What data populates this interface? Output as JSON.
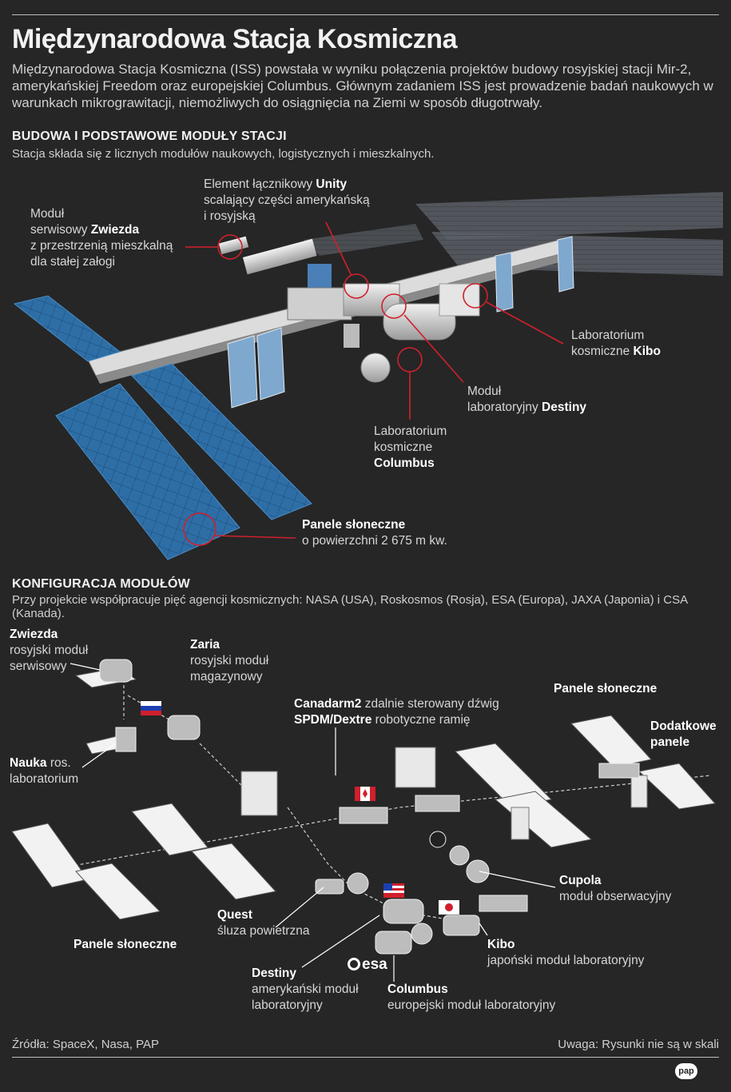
{
  "title": "Międzynarodowa Stacja Kosmiczna",
  "intro": "Międzynarodowa Stacja Kosmiczna (ISS) powstała w wyniku połączenia projektów budowy rosyjskiej stacji Mir-2, amerykańskiej Freedom oraz europejskiej Columbus. Głównym zadaniem ISS jest prowadzenie badań naukowych w warunkach mikrograwitacji, niemożliwych do osiągnięcia na Ziemi w sposób długotrwały.",
  "section1": {
    "heading": "BUDOWA I PODSTAWOWE MODUŁY STACJI",
    "subheading": "Stacja składa się z licznych modułów naukowych, logistycznych i mieszkalnych.",
    "zwiezda": {
      "l1": "Moduł",
      "l2a": "serwisowy ",
      "l2b": "Zwiezda",
      "l3": "z przestrzenią mieszkalną",
      "l4": "dla stałej załogi"
    },
    "unity": {
      "l1a": "Element łącznikowy ",
      "l1b": "Unity",
      "l2": "scalający części amerykańską",
      "l3": "i rosyjską"
    },
    "kibo": {
      "l1": "Laboratorium",
      "l2a": "kosmiczne ",
      "l2b": "Kibo"
    },
    "destiny": {
      "l1": "Moduł",
      "l2a": "laboratoryjny ",
      "l2b": "Destiny"
    },
    "columbus": {
      "l1": "Laboratorium",
      "l2": "kosmiczne",
      "l3": "Columbus"
    },
    "panels": {
      "l1": "Panele słoneczne",
      "l2": "o powierzchni 2 675 m kw."
    }
  },
  "section2": {
    "heading": "KONFIGURACJA MODUŁÓW",
    "subheading": "Przy projekcie współpracuje pięć agencji kosmicznych: NASA (USA), Roskosmos (Rosja), ESA (Europa), JAXA (Japonia) i CSA (Kanada).",
    "zwiezda": {
      "name": "Zwiezda",
      "d1": "rosyjski moduł",
      "d2": "serwisowy"
    },
    "zaria": {
      "name": "Zaria",
      "d1": "rosyjski moduł",
      "d2": "magazynowy"
    },
    "nauka": {
      "name": "Nauka",
      "d1": " ros.",
      "d2": "laboratorium"
    },
    "canadarm": {
      "name1": "Canadarm2",
      "d1": " zdalnie sterowany dźwig",
      "name2": "SPDM/Dextre",
      "d2": " robotyczne ramię"
    },
    "panels_right": {
      "name": "Panele słoneczne"
    },
    "extra_panels": {
      "l1": "Dodatkowe",
      "l2": "panele"
    },
    "cupola": {
      "name": "Cupola",
      "d1": "moduł obserwacyjny"
    },
    "quest": {
      "name": "Quest",
      "d1": "śluza powietrzna"
    },
    "panels_left": {
      "name": "Panele słoneczne"
    },
    "kibo": {
      "name": "Kibo",
      "d1": "japoński moduł laboratoryjny"
    },
    "destiny": {
      "name": "Destiny",
      "d1": "amerykański moduł",
      "d2": "laboratoryjny"
    },
    "columbus": {
      "name": "Columbus",
      "d1": "europejski moduł laboratoryjny"
    },
    "esa_logo": "esa"
  },
  "footer": {
    "sources": "Źródła: SpaceX, Nasa, PAP",
    "note": "Uwaga: Rysunki nie są w skali",
    "logo": "pap"
  },
  "colors": {
    "background": "#262626",
    "accent_red": "#d0202c",
    "panel_blue": "#2f6ea3",
    "line_white": "#ffffff"
  }
}
